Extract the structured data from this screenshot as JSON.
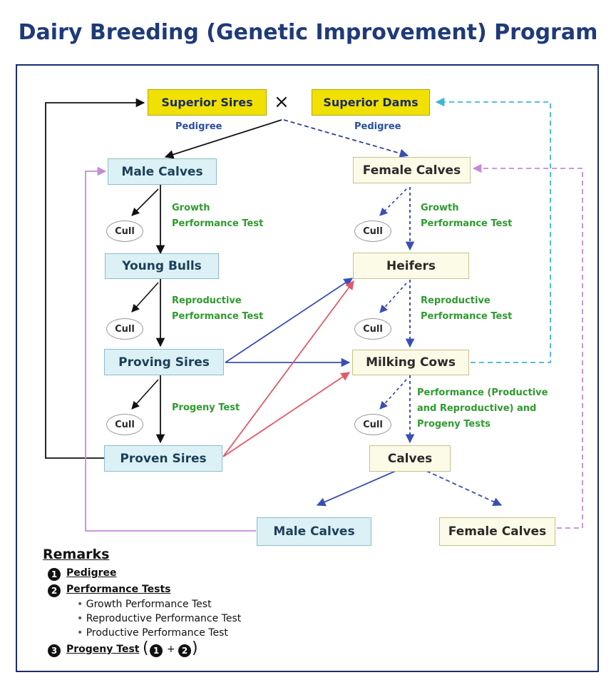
{
  "title": "Dairy Breeding (Genetic Improvement) Program",
  "operator": "×",
  "nodes": {
    "superior_sires": "Superior Sires",
    "superior_dams": "Superior Dams",
    "male_calves": "Male Calves",
    "female_calves": "Female Calves",
    "young_bulls": "Young Bulls",
    "heifers": "Heifers",
    "proving_sires": "Proving Sires",
    "milking_cows": "Milking Cows",
    "proven_sires": "Proven Sires",
    "calves": "Calves",
    "male_calves_bottom": "Male Calves",
    "female_calves_bottom": "Female Calves",
    "cull": "Cull"
  },
  "labels": {
    "pedigree_left": "Pedigree",
    "pedigree_right": "Pedigree",
    "growth_left_1": "Growth",
    "growth_left_2": "Performance Test",
    "growth_right_1": "Growth",
    "growth_right_2": "Performance Test",
    "repro_left_1": "Reproductive",
    "repro_left_2": "Performance Test",
    "repro_right_1": "Reproductive",
    "repro_right_2": "Performance Test",
    "progeny_left": "Progeny Test",
    "perf_right_1": "Performance (Productive",
    "perf_right_2": "and Reproductive) and",
    "perf_right_3": "Progeny Tests"
  },
  "remarks": {
    "heading": "Remarks",
    "items": [
      {
        "num": "1",
        "text": "Pedigree"
      },
      {
        "num": "2",
        "text": "Performance Tests"
      },
      {
        "num": "3",
        "text": "Progeny Test"
      }
    ],
    "sub_items": [
      "Growth Performance Test",
      "Reproductive Performance Test",
      "Productive Performance Test"
    ],
    "formula": {
      "a": "1",
      "plus": "+",
      "b": "2"
    }
  },
  "colors": {
    "title": "#1f3a7a",
    "yellow": "#f1e103",
    "blue_box": "#dcf1f5",
    "cream_box": "#fcfbe8",
    "green_text": "#2e9b2e",
    "blue_text": "#2a4f9e",
    "arrow_dark": "#111111",
    "arrow_blue": "#3a4fb5",
    "arrow_red": "#e05a6a",
    "arrow_cyan": "#3fb6d2",
    "arrow_purple": "#c58ad6"
  }
}
